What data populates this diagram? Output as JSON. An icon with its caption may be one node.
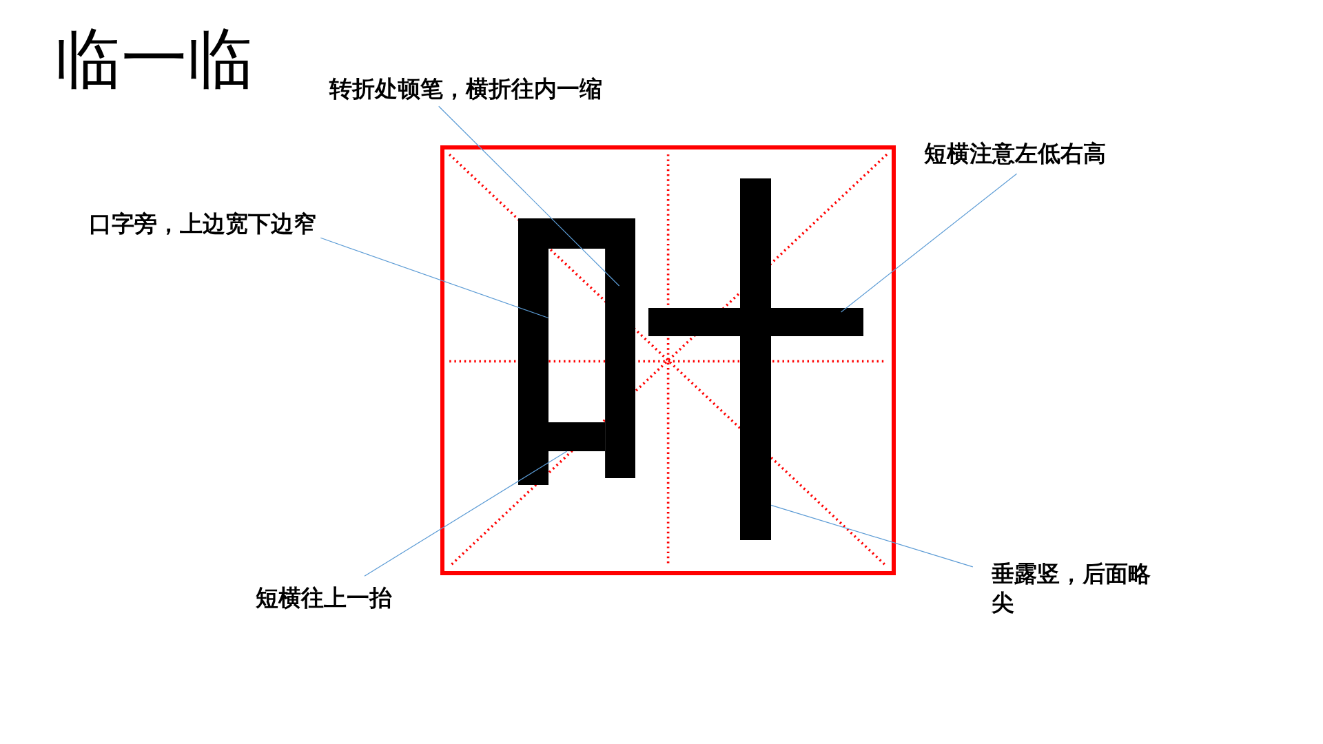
{
  "diagram": {
    "title": "临一临",
    "nodes": [
      {
        "text": [
          "转折处顿笔，横折往内一缩"
        ]
      },
      {
        "text": [
          "短横注意左低右高"
        ]
      },
      {
        "text": [
          "口字旁，上边宽下边窄"
        ]
      },
      {
        "text": [
          "短横往上一抬"
        ]
      },
      {
        "text": [
          "垂露竖，后面略尖"
        ]
      },
      {
        "text": [],
        "shape": "box"
      },
      {
        "text": [],
        "shape": "bar",
        "in": 5
      },
      {
        "text": [],
        "shape": "polygon",
        "in": 5
      },
      {
        "text": [],
        "shape": "bar",
        "in": 5
      },
      {
        "text": [],
        "shape": "bar",
        "in": 5
      },
      {
        "text": [],
        "shape": "bar",
        "in": 5
      }
    ],
    "edges": [
      {
        "from": 0,
        "to": 7,
        "arrow": "none"
      },
      {
        "from": 1,
        "to": 9,
        "arrow": "none"
      },
      {
        "from": 2,
        "to": 6,
        "arrow": "none"
      },
      {
        "from": 3,
        "to": 8,
        "arrow": "none"
      },
      {
        "from": 4,
        "to": 10,
        "arrow": "none"
      }
    ]
  }
}
